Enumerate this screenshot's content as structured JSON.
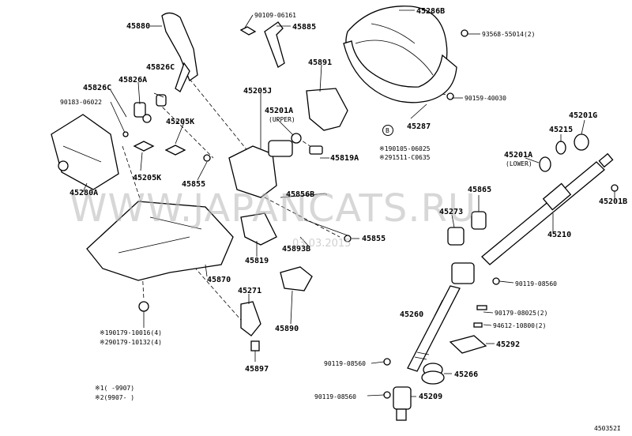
{
  "parts": {
    "p45880": "45880",
    "p90109": "90109-06161",
    "p45885": "45885",
    "p45286B": "45286B",
    "p93568": "93568-55014(2)",
    "p45826C_1": "45826C",
    "p45826A": "45826A",
    "p45826C_2": "45826C",
    "p90183": "90183-06022",
    "p45205J": "45205J",
    "p45891": "45891",
    "p90159": "90159-40030",
    "p45201A_upper": "45201A",
    "upper_note": "(UPPER)",
    "p45287": "45287",
    "p45205K_1": "45205K",
    "p45205K_2": "45205K",
    "circle_b": "B",
    "p190105": "※190105-06025",
    "p291511": "※291511-C0635",
    "p45201G": "45201G",
    "p45215": "45215",
    "p45201A_lower": "45201A",
    "lower_note": "(LOWER)",
    "p45819A": "45819A",
    "p45280A": "45280A",
    "p45855_1": "45855",
    "p45856B": "45856B",
    "p45865": "45865",
    "p45201B": "45201B",
    "p45273": "45273",
    "p45210": "45210",
    "p45893B": "45893B",
    "p45855_2": "45855",
    "p45819": "45819",
    "p45870": "45870",
    "p90119_a": "90119-08560",
    "p45271": "45271",
    "p45260": "45260",
    "p90179": "90179-08025(2)",
    "p94612": "94612-10800(2)",
    "p45890": "45890",
    "p190179": "※190179-10016(4)",
    "p290179": "※290179-10132(4)",
    "p45292": "45292",
    "p90119_b": "90119-08560",
    "p45897": "45897",
    "p45266": "45266",
    "p90119_c": "90119-08560",
    "p45209": "45209"
  },
  "notes": {
    "note1": "※1(      -9907)",
    "note2": "※2(9907-      )"
  },
  "diagram_id": "450352I",
  "watermark": "WWW.JAPANCATS.RU",
  "date_stamp": "03.03.2015"
}
